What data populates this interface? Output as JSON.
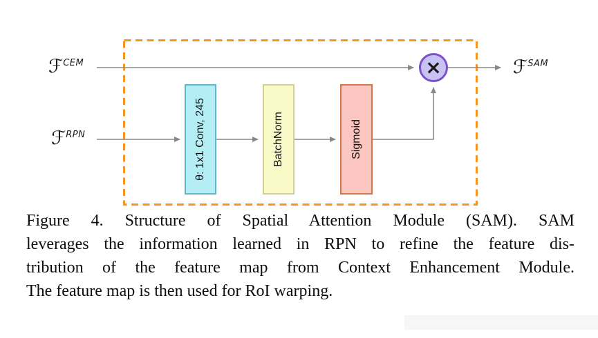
{
  "figure": {
    "inputs": [
      {
        "symbol": "ℱ",
        "sup": "CEM"
      },
      {
        "symbol": "ℱ",
        "sup": "RPN"
      }
    ],
    "output": {
      "symbol": "ℱ",
      "sup": "SAM"
    },
    "blocks": [
      {
        "label": "θ: 1x1 Conv, 245",
        "fill": "#b5edf4",
        "border": "#5fb7c8"
      },
      {
        "label": "BatchNorm",
        "fill": "#fafac8",
        "border": "#cfcf96"
      },
      {
        "label": "Sigmoid",
        "fill": "#fbc5c0",
        "border": "#d3764a"
      }
    ],
    "operator": {
      "symbol": "×",
      "fill": "#c8c2f5",
      "border": "#7b52c7"
    },
    "module_border_color": "#f7941d",
    "connector_color": "#888888"
  },
  "caption": {
    "lines": [
      "Figure 4. Structure of Spatial Attention Module (SAM). SAM",
      "leverages the information learned in RPN to refine the feature dis-",
      "tribution of the feature map from Context Enhancement Module.",
      "The feature map is then used for RoI warping."
    ]
  }
}
